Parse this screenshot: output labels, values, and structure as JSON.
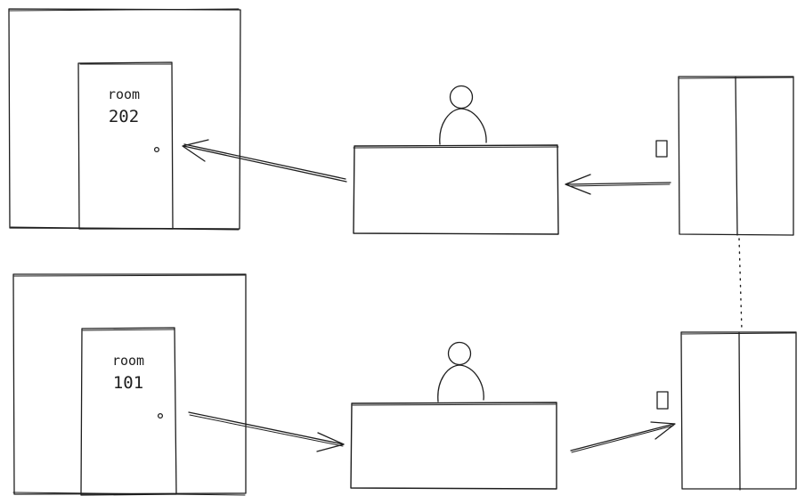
{
  "rooms": [
    {
      "id": "room-202",
      "caption": "room",
      "number": "202"
    },
    {
      "id": "room-101",
      "caption": "room",
      "number": "101"
    }
  ],
  "connectors": {
    "elevator_link": "dotted"
  },
  "colors": {
    "stroke": "#1e1e1e",
    "background": "#ffffff"
  }
}
